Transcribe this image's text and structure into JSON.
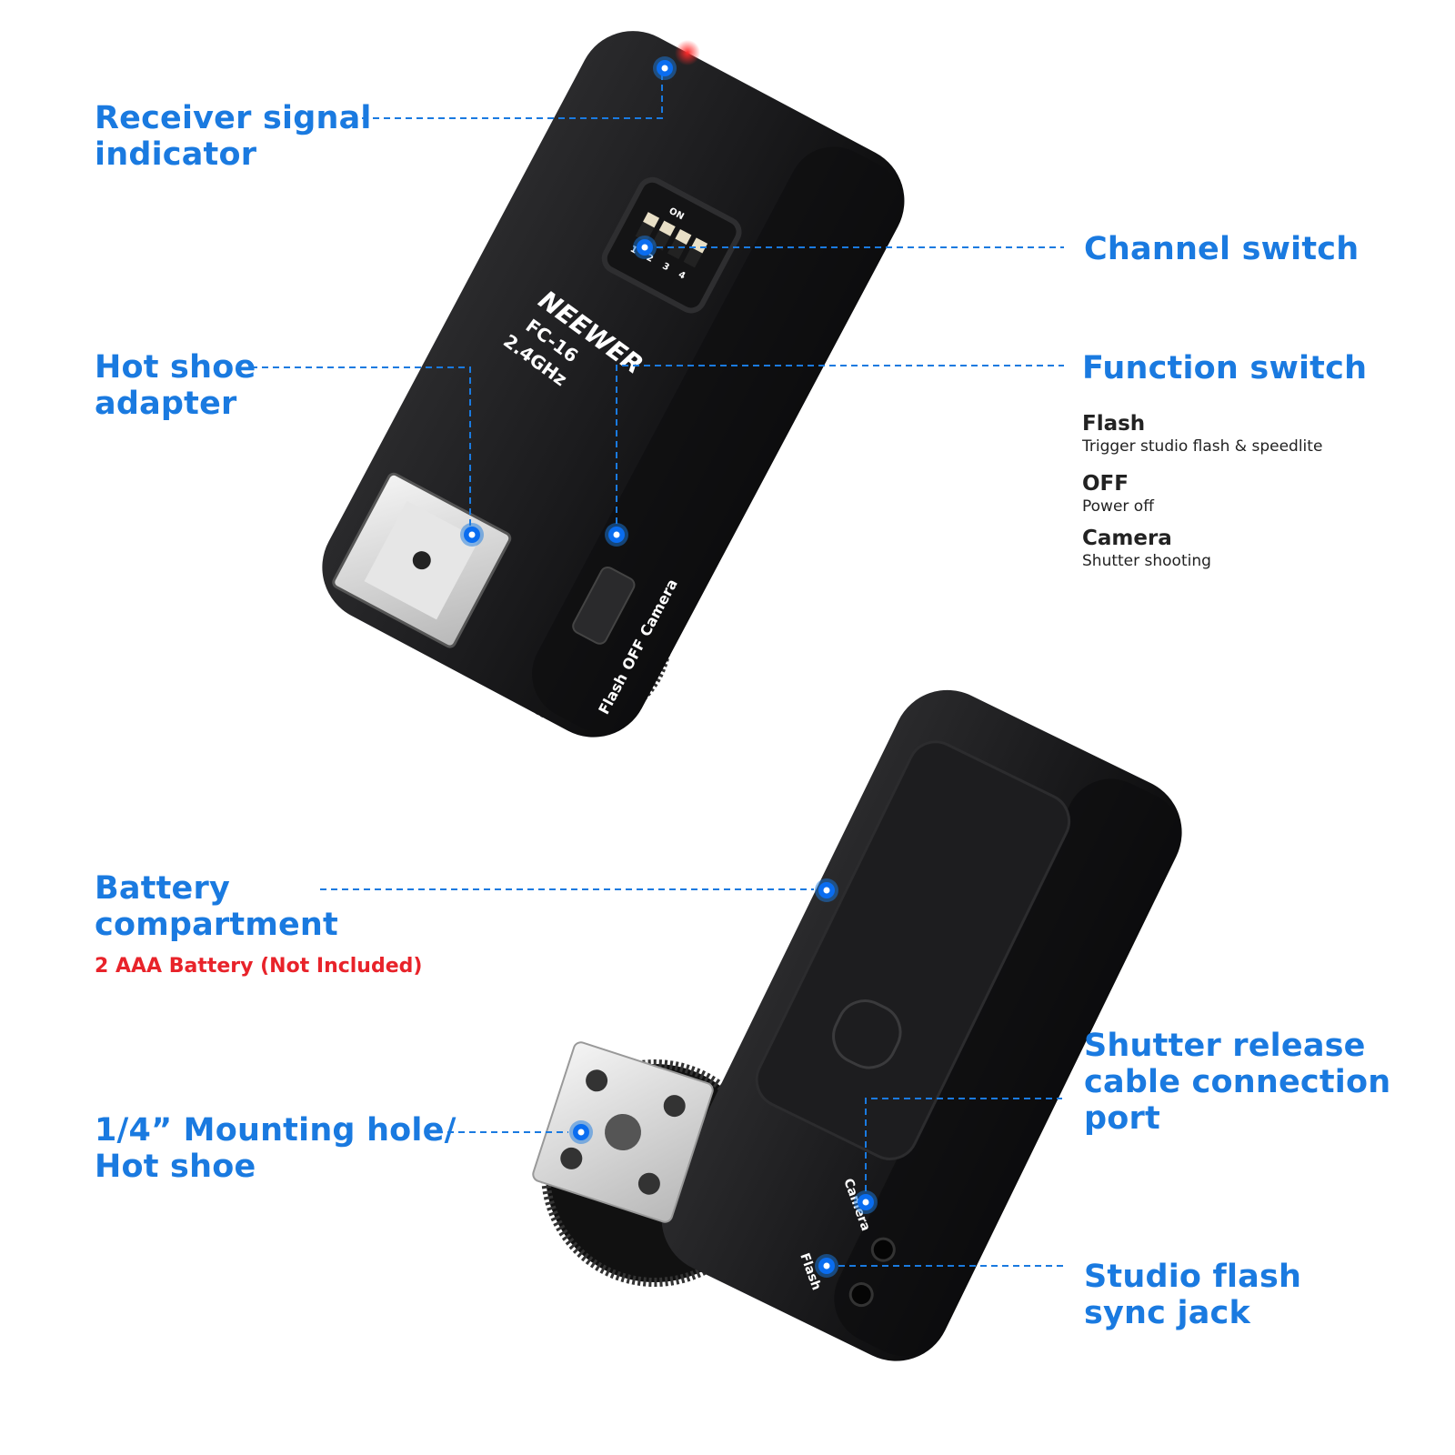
{
  "accent_color": "#1a7ae0",
  "note_color": "#e8232a",
  "device": {
    "brand": "NEEWER",
    "model": "FC-16",
    "frequency": "2.4GHz",
    "dip_on": "ON",
    "dip_numbers": [
      "1",
      "2",
      "3",
      "4"
    ],
    "switch_labels": [
      "Flash",
      "OFF",
      "Camera"
    ],
    "port_camera": "Camera",
    "port_flash": "Flash"
  },
  "callouts": {
    "receiver_signal": {
      "line1": "Receiver signal",
      "line2": "indicator"
    },
    "channel_switch": {
      "line1": "Channel switch"
    },
    "hot_shoe_adapter": {
      "line1": "Hot shoe",
      "line2": "adapter"
    },
    "function_switch": {
      "line1": "Function switch",
      "options": [
        {
          "title": "Flash",
          "desc": "Trigger studio flash & speedlite"
        },
        {
          "title": "OFF",
          "desc": "Power off"
        },
        {
          "title": "Camera",
          "desc": "Shutter shooting"
        }
      ]
    },
    "battery": {
      "line1": "Battery",
      "line2": "compartment",
      "note": "2 AAA Battery (Not Included)"
    },
    "mounting": {
      "line1": "1/4”  Mounting hole/",
      "line2": "Hot shoe"
    },
    "shutter_port": {
      "line1": "Shutter release",
      "line2": "cable connection",
      "line3": "port"
    },
    "studio_flash": {
      "line1": "Studio flash",
      "line2": "sync jack"
    }
  }
}
